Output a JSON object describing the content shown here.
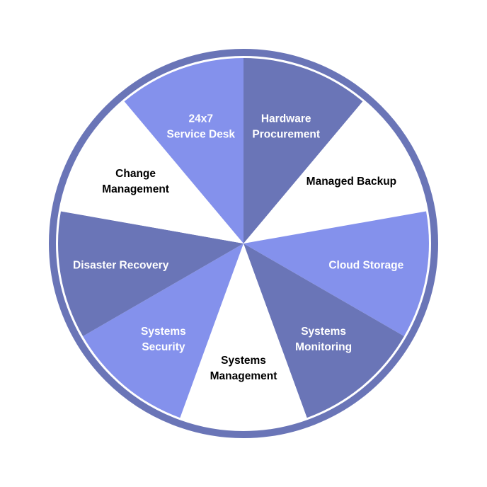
{
  "colors": {
    "dark": "#6a75b7",
    "light": "#8491ec",
    "white": "#ffffff",
    "text_on_fill": "#ffffff",
    "text_on_white": "#000000"
  },
  "segments": [
    {
      "lines": [
        "Hardware",
        "Procurement"
      ],
      "fill": "dark"
    },
    {
      "lines": [
        "Managed Backup"
      ],
      "fill": "white"
    },
    {
      "lines": [
        "Cloud Storage"
      ],
      "fill": "light"
    },
    {
      "lines": [
        "Systems",
        "Monitoring"
      ],
      "fill": "dark"
    },
    {
      "lines": [
        "Systems",
        "Management"
      ],
      "fill": "white"
    },
    {
      "lines": [
        "Systems",
        "Security"
      ],
      "fill": "light"
    },
    {
      "lines": [
        "Disaster Recovery"
      ],
      "fill": "dark"
    },
    {
      "lines": [
        "Change",
        "Management"
      ],
      "fill": "white"
    },
    {
      "lines": [
        "24x7",
        "Service Desk"
      ],
      "fill": "light"
    }
  ]
}
